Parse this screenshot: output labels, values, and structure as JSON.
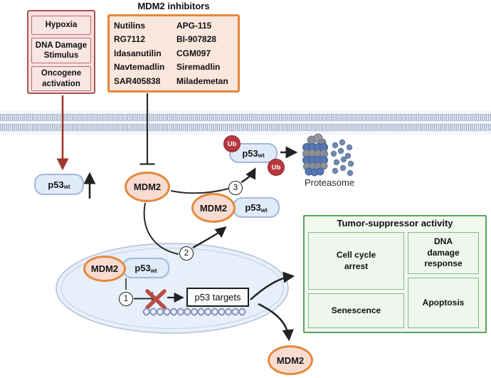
{
  "figure": {
    "stimuli": [
      "Hypoxia",
      "DNA Damage Stimulus",
      "Oncogene activation"
    ],
    "inhibitors": {
      "title": "MDM2 inhibitors",
      "col1": [
        "Nutilins",
        "RG7112",
        "Idasanutilin",
        "Navtemadlin",
        "SAR405838"
      ],
      "col2": [
        "APG-115",
        "BI-907828",
        "CGM097",
        "Siremadlin",
        "Milademetan"
      ]
    },
    "labels": {
      "p53": "p53",
      "p53_sub": "wt",
      "mdm2": "MDM2",
      "ub": "Ub",
      "proteasome": "Proteasome",
      "p53_targets": "p53 targets"
    },
    "steps": [
      "1",
      "2",
      "3"
    ],
    "tumor": {
      "title": "Tumor-suppressor activity",
      "cells": [
        "Cell cycle arrest",
        "DNA damage response",
        "Senescence",
        "Apoptosis"
      ]
    },
    "colors": {
      "stimuli_border": "#a85555",
      "inhibitor_border": "#e4883b",
      "mdm2_fill": "#f8dcd2",
      "p53_fill": "#e0ebfa",
      "p53_border": "#a3b8d8",
      "ubiquitin_red": "#b8383f",
      "green_border": "#57a557",
      "activation_arrow_red": "#a03a2c",
      "block_x_red": "#b94b48",
      "nucleus_fill": "#e7effa",
      "proteasome_blue": "#5577b3",
      "proteasome_gray": "#8a8f98"
    }
  }
}
